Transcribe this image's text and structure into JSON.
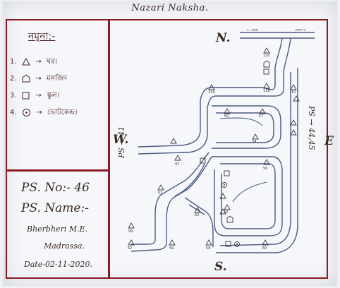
{
  "title": "Nazari Naksha.",
  "legend": {
    "heading": "নমুনা:-",
    "items": [
      {
        "num": "1.",
        "shape": "triangle",
        "label": "ঘর।"
      },
      {
        "num": "2.",
        "shape": "house",
        "label": "মসজিদ"
      },
      {
        "num": "3.",
        "shape": "square",
        "label": "স্কুল।"
      },
      {
        "num": "4.",
        "shape": "circle-dot",
        "label": "ভোটকেন্দ্র।"
      }
    ]
  },
  "station": {
    "no_label": "PS. No:- 46",
    "name_label": "PS. Name:-",
    "name_line1": "Bherbheri M.E.",
    "name_line2": "Madrassa.",
    "date": "Date-02-11-2020."
  },
  "compass": {
    "north": "N.",
    "south": "S.",
    "east": "E",
    "west": "W."
  },
  "side_labels": {
    "west": "PS → 41",
    "east": "PS → 44,45"
  },
  "houses": [
    "120",
    "118",
    "119",
    "82",
    "57",
    "54",
    "56",
    "97",
    "50",
    "63",
    "59",
    "58",
    "60",
    "62",
    "99",
    "51",
    "10"
  ],
  "top_road_labels": [
    "← ক্ষেত্র",
    "ভেলা ←"
  ]
}
